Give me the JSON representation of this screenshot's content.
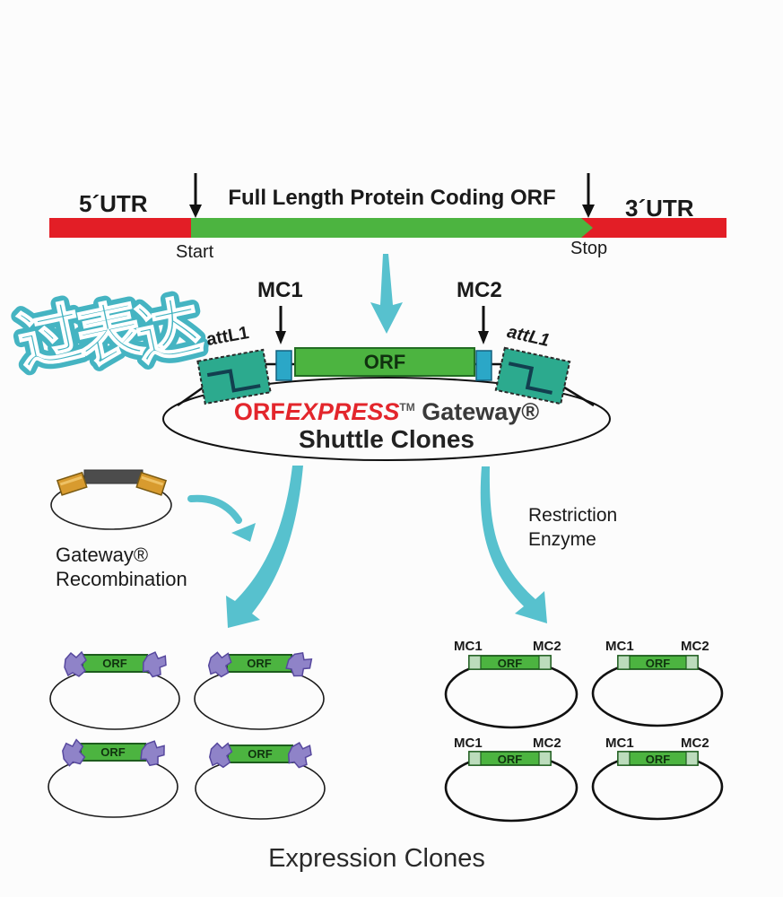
{
  "top": {
    "utr5": "5´UTR",
    "orf_label": "Full Length Protein Coding ORF",
    "utr3": "3´UTR",
    "start": "Start",
    "stop": "Stop"
  },
  "shuttle": {
    "mc1": "MC1",
    "mc2": "MC2",
    "attl1_left": "attL1",
    "attl1_right": "attL1",
    "orf": "ORF",
    "brand_orf": "ORF",
    "brand_express": "EXPRESS",
    "brand_tm": "TM",
    "brand_gateway": "Gateway®",
    "line2": "Shuttle Clones"
  },
  "watermark": {
    "text": "过表达",
    "color": "#45b4c2"
  },
  "gateway_branch": {
    "line1": "Gateway®",
    "line2": "Recombination"
  },
  "restriction_branch": {
    "line1": "Restriction",
    "line2": "Enzyme"
  },
  "clones": {
    "orf": "ORF",
    "mc1": "MC1",
    "mc2": "MC2",
    "caption": "Expression Clones"
  },
  "colors": {
    "utr_red": "#e31e26",
    "orf_green": "#4cb440",
    "cyan_arrow": "#57c1ce",
    "attl_teal": "#2caa8e",
    "mc_site_cyan": "#2ba7c7",
    "purple_site": "#8f83c8",
    "pale_green_cap": "#bcdcbc",
    "orange_site": "#d89b2f",
    "brand_red": "#e3262c"
  }
}
